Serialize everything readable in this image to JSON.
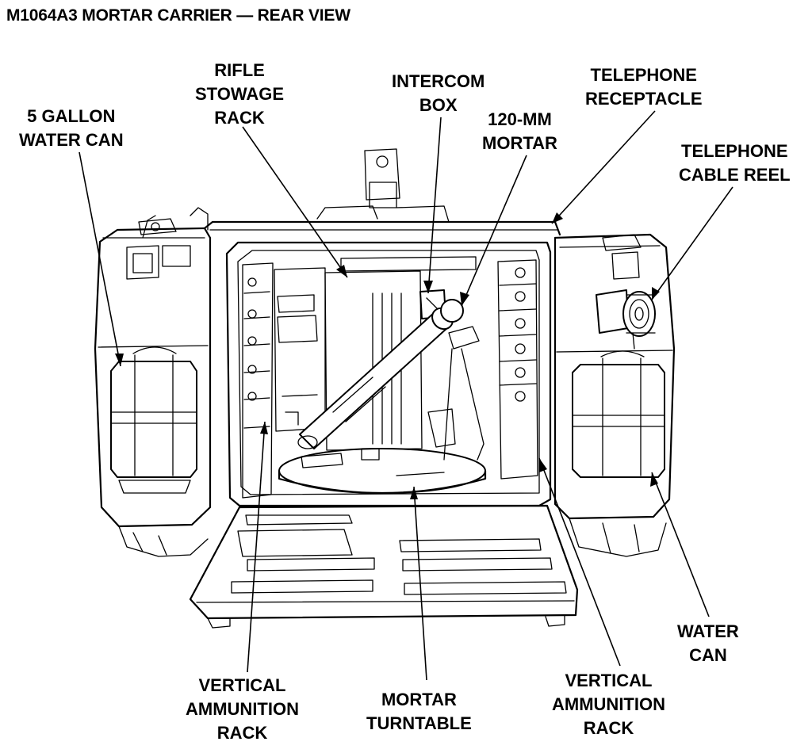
{
  "title": "M1064A3 MORTAR CARRIER — REAR VIEW",
  "labels": {
    "rifle_rack": [
      "RIFLE",
      "STOWAGE",
      "RACK"
    ],
    "intercom_box": [
      "INTERCOM",
      "BOX"
    ],
    "telephone_receptacle": [
      "TELEPHONE",
      "RECEPTACLE"
    ],
    "gallon_water_can": [
      "5 GALLON",
      "WATER CAN"
    ],
    "mortar_120mm": [
      "120-MM",
      "MORTAR"
    ],
    "telephone_cable_reel": [
      "TELEPHONE",
      "CABLE REEL"
    ],
    "water_can": [
      "WATER",
      "CAN"
    ],
    "vertical_ammo_rack_left": [
      "VERTICAL",
      "AMMUNITION",
      "RACK"
    ],
    "mortar_turntable": [
      "MORTAR",
      "TURNTABLE"
    ],
    "vertical_ammo_rack_right": [
      "VERTICAL",
      "AMMUNITION",
      "RACK"
    ]
  }
}
